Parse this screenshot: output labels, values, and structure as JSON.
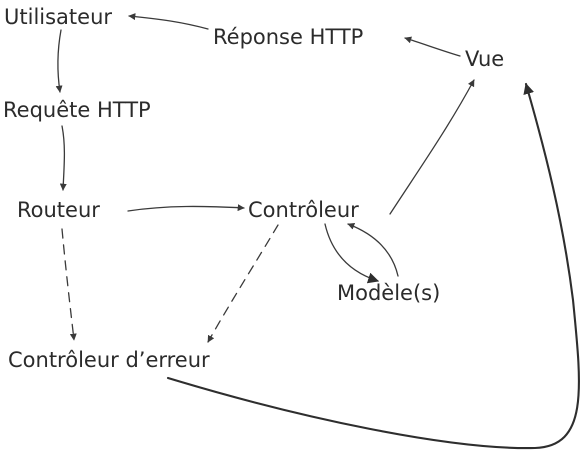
{
  "nodes": {
    "utilisateur": "Utilisateur",
    "requete_http": "Requête HTTP",
    "routeur": "Routeur",
    "controleur": "Contrôleur",
    "modeles": "Modèle(s)",
    "controleur_erreur": "Contrôleur d’erreur",
    "reponse_http": "Réponse HTTP",
    "vue": "Vue"
  }
}
